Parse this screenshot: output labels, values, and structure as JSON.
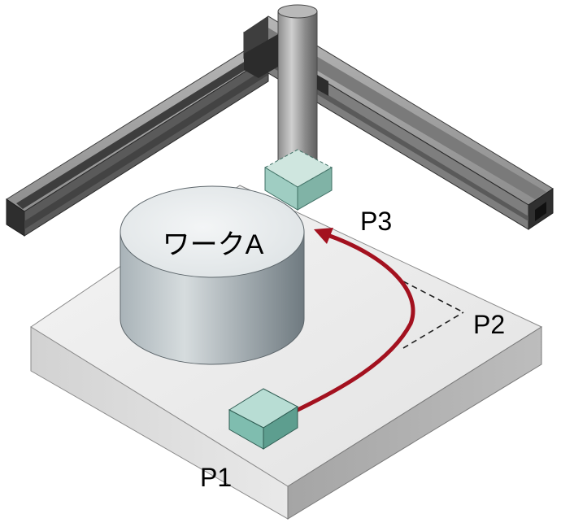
{
  "diagram": {
    "workpiece_label": "ワークA",
    "points": {
      "p1": "P1",
      "p2": "P2",
      "p3": "P3"
    },
    "colors": {
      "path": "#a3111f",
      "platform_top": "#ececec",
      "gantry": "#8f8f8f",
      "tool_tip": "#8ec4b7",
      "block": "#7fbdaf"
    }
  }
}
